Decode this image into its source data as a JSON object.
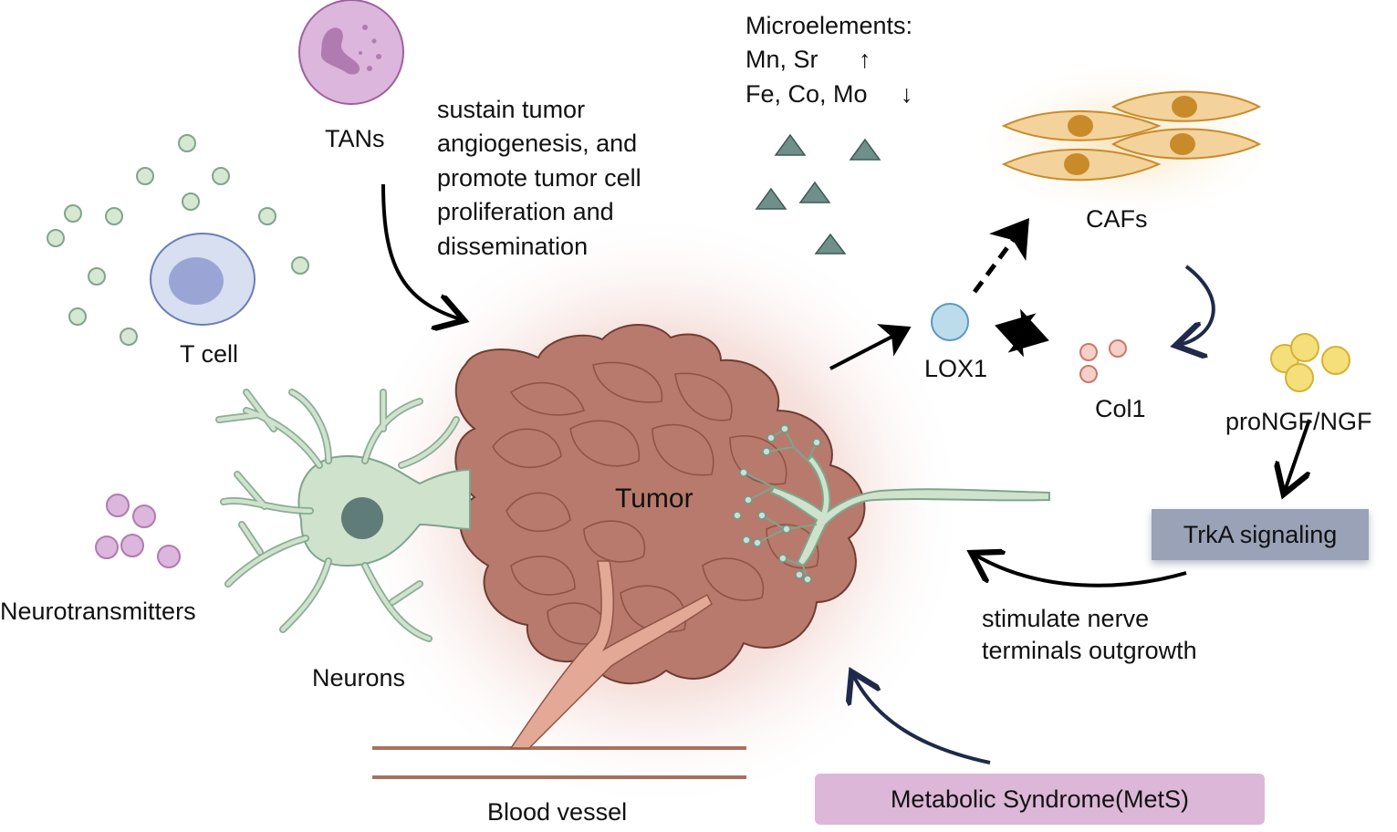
{
  "labels": {
    "tans": "TANs",
    "t_cell": "T cell",
    "neurotransmitters": "Neurotransmitters",
    "neurons": "Neurons",
    "tumor": "Tumor",
    "blood_vessel": "Blood vessel",
    "lox1": "LOX1",
    "cafs": "CAFs",
    "col1": "Col1",
    "prongf": "proNGF/NGF",
    "trka": "TrkA signaling",
    "mets": "Metabolic Syndrome(MetS)",
    "stimulate_line1": "stimulate nerve",
    "stimulate_line2": "terminals outgrowth"
  },
  "tans_effect_lines": [
    "sustain tumor",
    "angiogenesis, and",
    "promote tumor cell",
    "proliferation and",
    "dissemination"
  ],
  "microelements": {
    "title": "Microelements:",
    "up_line": "Mn, Sr",
    "up_arrow": "↑",
    "down_line": "Fe, Co, Mo",
    "down_arrow": "↓"
  },
  "colors": {
    "tumor": "#b87a6c",
    "tumor_glow": "#f2d6d0",
    "neuron": "#cfe2cc",
    "neuron_stroke": "#7fa58c",
    "tans": "#dcb6dc",
    "t_cell": "#d7dff0",
    "t_cell_nucleus": "#9aa5d6",
    "caf": "#f3d29c",
    "caf_nucleus": "#c98b2a",
    "triangle": "#6f8f89",
    "trka_box": "#9aa2b8",
    "mets_box": "#dcb7d8",
    "navy_arrow": "#1f2a4a"
  }
}
